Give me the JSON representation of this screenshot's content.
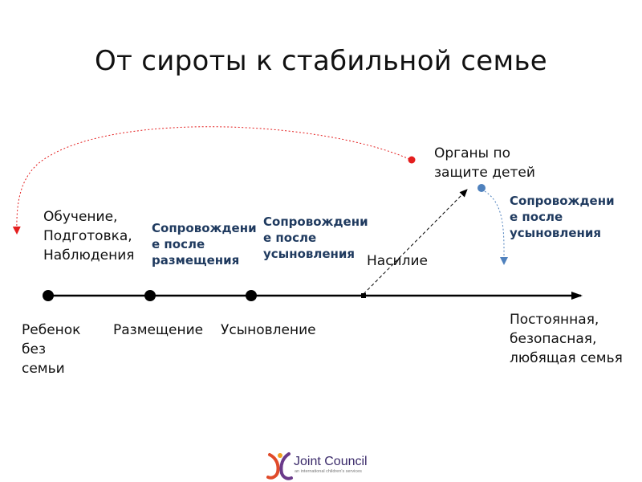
{
  "title": "От сироты к стабильной семье",
  "top_labels": {
    "training": [
      "Обучение,",
      "Подготовка,",
      "Наблюдения"
    ],
    "support_placement": [
      "Сопровождени",
      "е после",
      "размещения"
    ],
    "support_adoption": [
      "Сопровождени",
      "е после",
      "усыновления"
    ],
    "violence": "Насилие",
    "protection": [
      "Органы по",
      "защите детей"
    ],
    "support_adoption_right": [
      "Сопровождени",
      "е после",
      "усыновления"
    ]
  },
  "bottom_labels": {
    "child": [
      "Ребенок",
      "без",
      "семьи"
    ],
    "placement": "Размещение",
    "adoption": "Усыновление",
    "permanent": [
      "Постоянная,",
      "безопасная,",
      "любящая семья"
    ]
  },
  "logo": {
    "name": "Joint Council",
    "tagline": "an international children's services"
  },
  "colors": {
    "red": "#e41e1e",
    "blue_dot": "#4f81bd",
    "label_blue": "#1f3a5f",
    "axis": "#000000"
  }
}
